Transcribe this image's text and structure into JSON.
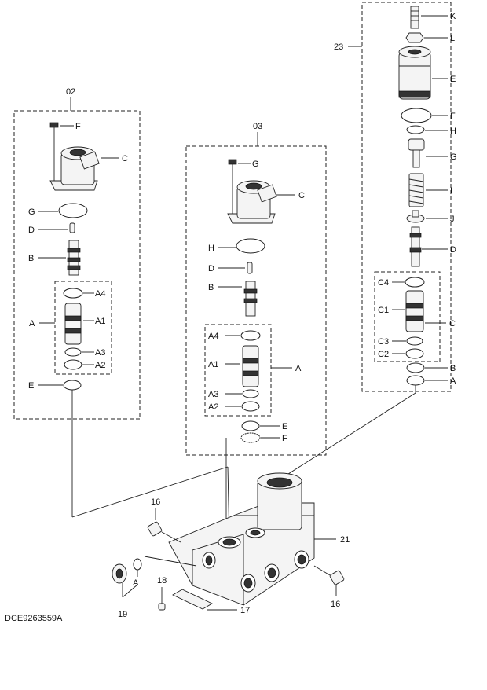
{
  "drawing_code": "DCE9263559A",
  "groups": {
    "g02": "02",
    "g03": "03",
    "g23": "23"
  },
  "group02_labels": {
    "F": "F",
    "C": "C",
    "G": "G",
    "D": "D",
    "B": "B",
    "A4": "A4",
    "A1": "A1",
    "A3": "A3",
    "A2": "A2",
    "A": "A",
    "E": "E"
  },
  "group03_labels": {
    "G": "G",
    "C": "C",
    "H": "H",
    "D": "D",
    "B": "B",
    "A4": "A4",
    "A1": "A1",
    "A": "A",
    "A3": "A3",
    "A2": "A2",
    "E": "E",
    "F": "F"
  },
  "group23_labels": {
    "K": "K",
    "L": "L",
    "E": "E",
    "F": "F",
    "H": "H",
    "G": "G",
    "I": "I",
    "J": "J",
    "D": "D",
    "C4": "C4",
    "C1": "C1",
    "C": "C",
    "C3": "C3",
    "C2": "C2",
    "B": "B",
    "A": "A"
  },
  "body_labels": {
    "p16a": "16",
    "p21": "21",
    "p16b": "16",
    "p18": "18",
    "p17": "17",
    "p19": "19",
    "pA": "A"
  }
}
